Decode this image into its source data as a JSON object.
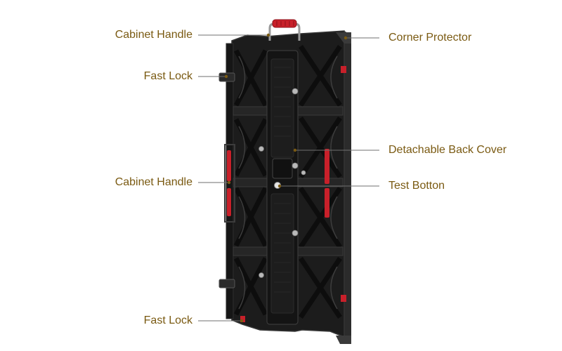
{
  "colors": {
    "label_text": "#7a5a12",
    "leader_line": "#6f6f6f",
    "leader_dot": "#7a5a12",
    "cabinet_body": "#1c1c1c",
    "cabinet_edge": "#353535",
    "accent_red": "#c8202a",
    "metal": "#b9b9b9"
  },
  "callouts": [
    {
      "id": "cabinet-handle-top",
      "side": "left",
      "text": "Cabinet Handle"
    },
    {
      "id": "fast-lock-top",
      "side": "left",
      "text": "Fast Lock"
    },
    {
      "id": "cabinet-handle-side",
      "side": "left",
      "text": "Cabinet Handle"
    },
    {
      "id": "fast-lock-bottom",
      "side": "left",
      "text": "Fast Lock"
    },
    {
      "id": "corner-protector",
      "side": "right",
      "text": "Corner Protector"
    },
    {
      "id": "detachable-back-cover",
      "side": "right",
      "text": "Detachable Back Cover"
    },
    {
      "id": "test-botton",
      "side": "right",
      "text": "Test Botton"
    }
  ]
}
